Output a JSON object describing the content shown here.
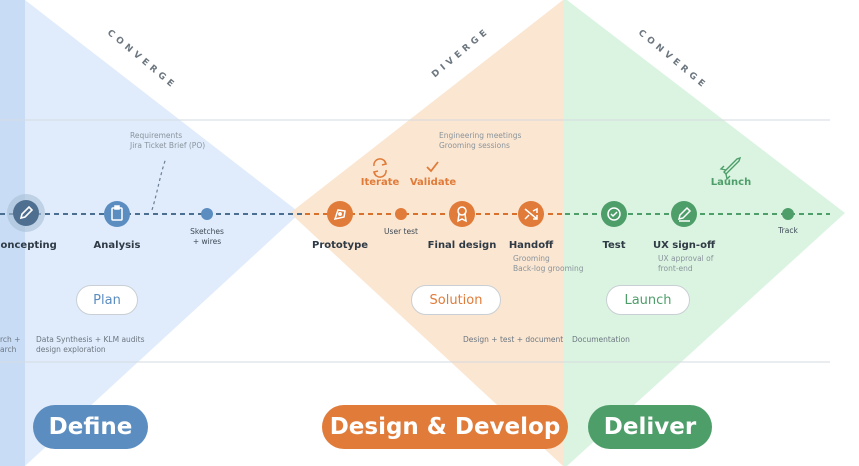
{
  "colors": {
    "define": "#5b8dc0",
    "design": "#e07b39",
    "deliver": "#4e9e6a",
    "text": "#2f3a45",
    "muted": "#8a949c"
  },
  "labels": {
    "converge_left": "CONVERGE",
    "diverge": "DIVERGE",
    "converge_right": "CONVERGE"
  },
  "nodes": {
    "concepting": "Concepting",
    "analysis": "Analysis",
    "sketches": "Sketches\n+ wires",
    "prototype": "Prototype",
    "user_test": "User test",
    "final_design": "Final design",
    "handoff": "Handoff",
    "test": "Test",
    "ux_signoff": "UX sign-off",
    "track": "Track"
  },
  "notes": {
    "requirements_title": "Requirements",
    "requirements_sub": "Jira Ticket Brief (PO)",
    "engineering_title": "Engineering meetings",
    "engineering_sub": "Grooming sessions",
    "handoff_sub": "Grooming\nBack-log grooming",
    "ux_sub": "UX approval of\nfront-end",
    "left_edge": "rch +\narch",
    "data_synthesis": "Data Synthesis + KLM audits\ndesign exploration",
    "design_test_doc": "Design + test + document",
    "documentation": "Documentation"
  },
  "actions": {
    "iterate": "Iterate",
    "validate": "Validate",
    "launch": "Launch"
  },
  "pills": {
    "plan": "Plan",
    "solution": "Solution",
    "launch": "Launch"
  },
  "phases": {
    "define": "Define",
    "design_develop": "Design & Develop",
    "deliver": "Deliver"
  },
  "icons": [
    "pencil-icon",
    "clipboard-icon",
    "pen-nib-icon",
    "award-icon",
    "shuffle-icon",
    "check-circle-icon",
    "edit-icon",
    "refresh-icon",
    "check-icon",
    "rocket-icon"
  ]
}
